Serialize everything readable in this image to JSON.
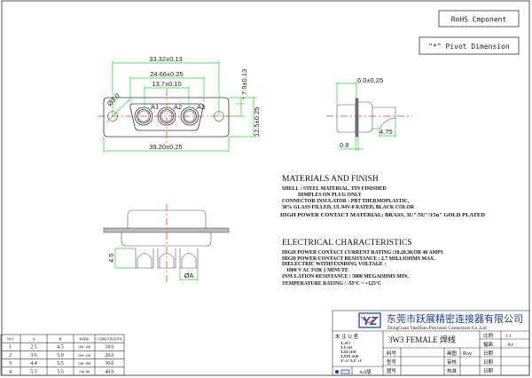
{
  "notes": {
    "rohs": "RoHS  Cmponent",
    "pivot": "\"*\" Pivot Dimension"
  },
  "front_view": {
    "dim_overall_holes": "33.32±0.13",
    "dim_outer_contacts": "24.66±0.25",
    "dim_contact_pitch": "13.7±0.10",
    "dim_width": "39.20±0.25",
    "dim_hole": "Ø3.0",
    "dim_height_top": "* 7.9±0.13",
    "dim_height": "12.5±0.25",
    "contact_labels": [
      "A1",
      "A2",
      "A3"
    ]
  },
  "side_view": {
    "dim_depth": "6.0±0.25",
    "dim_flange": "0.8",
    "dim_tail": "4.75"
  },
  "bottom_view": {
    "dim_cup_height": "4.5",
    "dim_cup_dia": "ØA"
  },
  "materials": {
    "heading": "MATERIALS AND FINISH",
    "lines": [
      "SHELL : STEEL MATERIAL, TIN FINISHED",
      "DIMPLES ON PLUG ONLY",
      "CONNECTOR INSULATOR : PBT THERMOPLASTIC,",
      "30% GLASS FILLED, UL 94V-0 RATED, BLACK COLOR",
      "HIGH POWER CONTACT MATERIAL: BRASS, 3U\"/5U\"/15u\" GOLD PLATED"
    ]
  },
  "electrical": {
    "heading": "ELECTRICAL CHARACTERISTICS",
    "lines": [
      "HIGH POWER CONTACT CURRENT RATING :10,20,30,OR 40 AMPS",
      "HIGH POWER CONTACT RESISTANCE : 2.7 MILLIOHMS MAX.",
      "DIELECTRIC WITHSTANDING VOLTAGE :",
      "1000 V AC FOR 1 MINUTE",
      "INSULATION RESISTANCE : 5000 MEGAOHMS MIN.",
      "TEMPERATURE RATING : -55°C ~ +125°C"
    ]
  },
  "spec_table": {
    "headers": [
      "NO",
      "A",
      "B",
      "WIRE",
      "CURRENTRATING"
    ],
    "rows": [
      [
        "1",
        "2.5",
        "4.5",
        "18#~16#",
        "10A"
      ],
      [
        "2",
        "3.6",
        "5.0",
        "16#~12#",
        "20A"
      ],
      [
        "3",
        "4.4",
        "5.5",
        "14#~10#",
        "30A"
      ],
      [
        "4",
        "5.5",
        "5.5",
        "10#~8#",
        "40A"
      ]
    ]
  },
  "title_block": {
    "logo_text": "YZ",
    "company_cn": "东莞市跃展精密连接器有限公司",
    "company_en": "DongGuan YueZhan Precision Connectors Co.,Ltd",
    "tolerance_title": "未 注 公 差",
    "tolerances": [
      "X.      ±0.3",
      "X.X     ±0.1",
      "X.XX    ±0.05",
      "X.XXX   ±0.03",
      "X° ±1°  X.X° ±1°"
    ],
    "projection": "A/0版",
    "part_title": "3W3 FEMALE 焊线",
    "scale_label": "比例",
    "scale_value": "1:1",
    "size_label": "幅面",
    "size_value": "A4",
    "material_label": "料号",
    "model_label": "型号",
    "drawing_no_label": "图号",
    "drawn_label": "画图",
    "drawn_by": "Roy",
    "check_label": "审核",
    "approve_label": "核准",
    "date_label": "日期"
  }
}
